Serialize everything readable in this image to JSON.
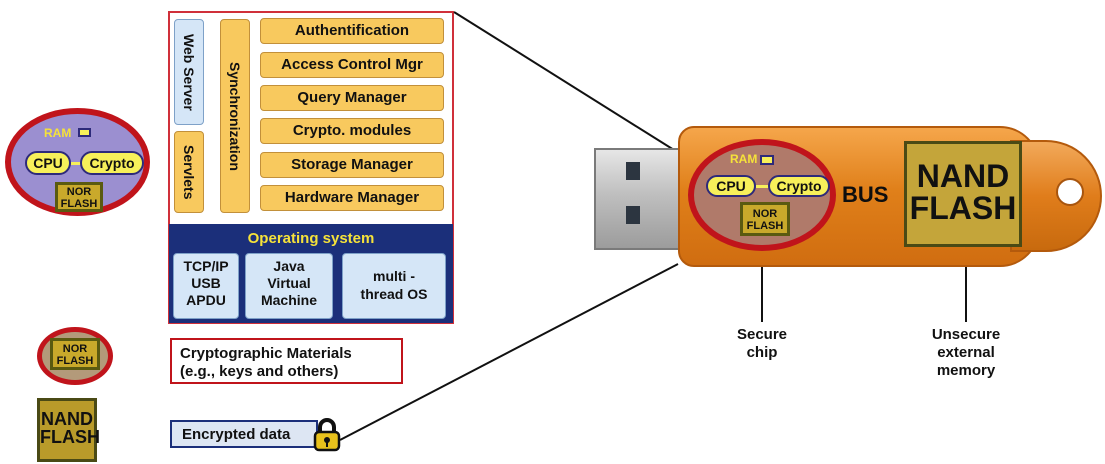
{
  "secure_chip_small": {
    "ram": "RAM",
    "cpu": "CPU",
    "crypto": "Crypto",
    "nor_flash_line1": "NOR",
    "nor_flash_line2": "FLASH"
  },
  "software_stack": {
    "web_server": "Web Server",
    "servlets": "Servlets",
    "synchronization": "Synchronization",
    "modules": [
      "Authentification",
      "Access Control Mgr",
      "Query Manager",
      "Crypto. modules",
      "Storage Manager",
      "Hardware Manager"
    ],
    "os_title": "Operating system",
    "os_components": [
      [
        "TCP/IP",
        "USB",
        "APDU"
      ],
      [
        "Java",
        "Virtual",
        "Machine"
      ],
      [
        "multi -",
        "thread OS"
      ]
    ]
  },
  "legend": {
    "nor_line1": "NOR",
    "nor_line2": "FLASH",
    "crypto_materials_line1": "Cryptographic Materials",
    "crypto_materials_line2": "(e.g., keys and others)",
    "nand_line1": "NAND",
    "nand_line2": "FLASH",
    "encrypted_data": "Encrypted data"
  },
  "usb_device": {
    "ram": "RAM",
    "cpu": "CPU",
    "crypto": "Crypto",
    "nor_line1": "NOR",
    "nor_line2": "FLASH",
    "bus": "BUS",
    "nand_line1": "NAND",
    "nand_line2": "FLASH"
  },
  "captions": {
    "secure_chip": [
      "Secure",
      "chip"
    ],
    "unsecure_memory": [
      "Unsecure",
      "external",
      "memory"
    ]
  },
  "colors": {
    "red_border": "#c0141b",
    "orange_module": "#f8c95e",
    "os_navy": "#1b2f7a",
    "os_title_text": "#f5e23a",
    "blue_component": "#d5e6f7",
    "usb_orange": "#e0801a"
  }
}
